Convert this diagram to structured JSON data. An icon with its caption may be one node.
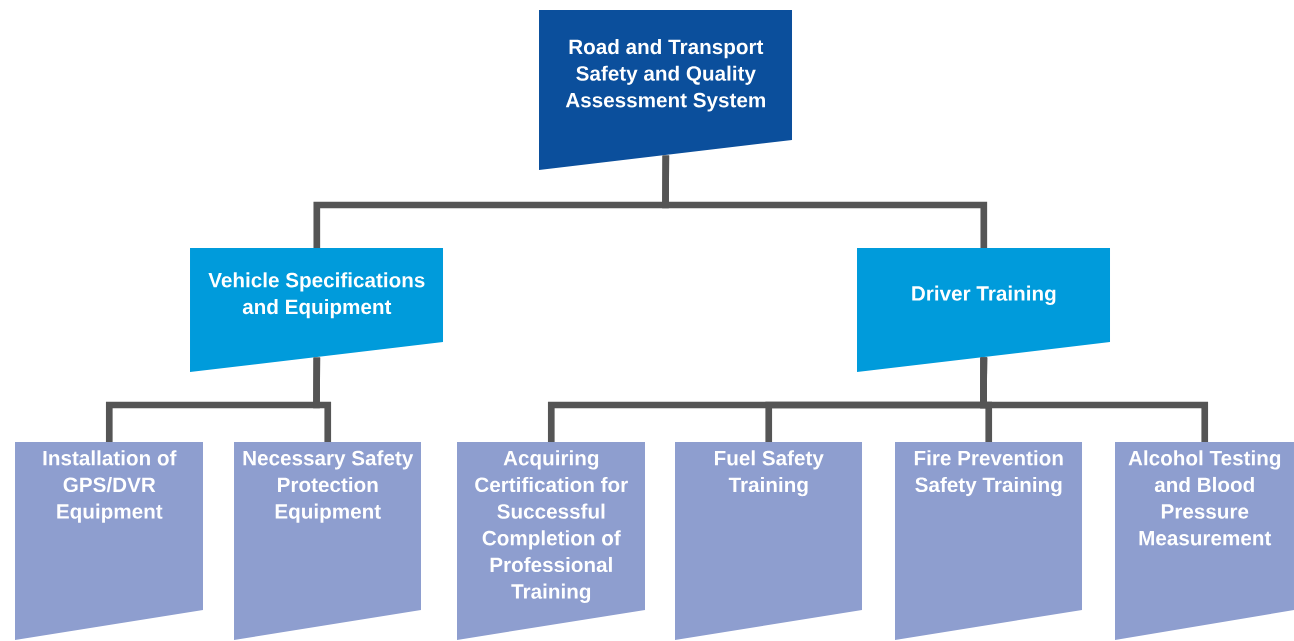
{
  "diagram": {
    "nodes": [
      {
        "text": [
          "Road and Transport Safety and Quality Assessment System"
        ]
      },
      {
        "text": [
          "Vehicle Specifications and Equipment"
        ]
      },
      {
        "text": [
          "Driver Training"
        ]
      },
      {
        "text": [
          "Installation of GPS/DVR Equipment"
        ]
      },
      {
        "text": [
          "Necessary Safety Protection Equipment"
        ]
      },
      {
        "text": [
          "Acquiring Certification for Successful Completion of Professional Training"
        ]
      },
      {
        "text": [
          "Fuel Safety Training"
        ]
      },
      {
        "text": [
          "Fire Prevention Safety Training"
        ]
      },
      {
        "text": [
          "Alcohol Testing and Blood Pressure Measurement"
        ]
      }
    ],
    "edges": [
      {
        "from": 0,
        "to": 1,
        "arrow": "none"
      },
      {
        "from": 0,
        "to": 2,
        "arrow": "none"
      },
      {
        "from": 1,
        "to": 3,
        "arrow": "none"
      },
      {
        "from": 1,
        "to": 4,
        "arrow": "none"
      },
      {
        "from": 2,
        "to": 5,
        "arrow": "none"
      },
      {
        "from": 2,
        "to": 6,
        "arrow": "none"
      },
      {
        "from": 2,
        "to": 7,
        "arrow": "none"
      },
      {
        "from": 2,
        "to": 8,
        "arrow": "none"
      }
    ]
  }
}
